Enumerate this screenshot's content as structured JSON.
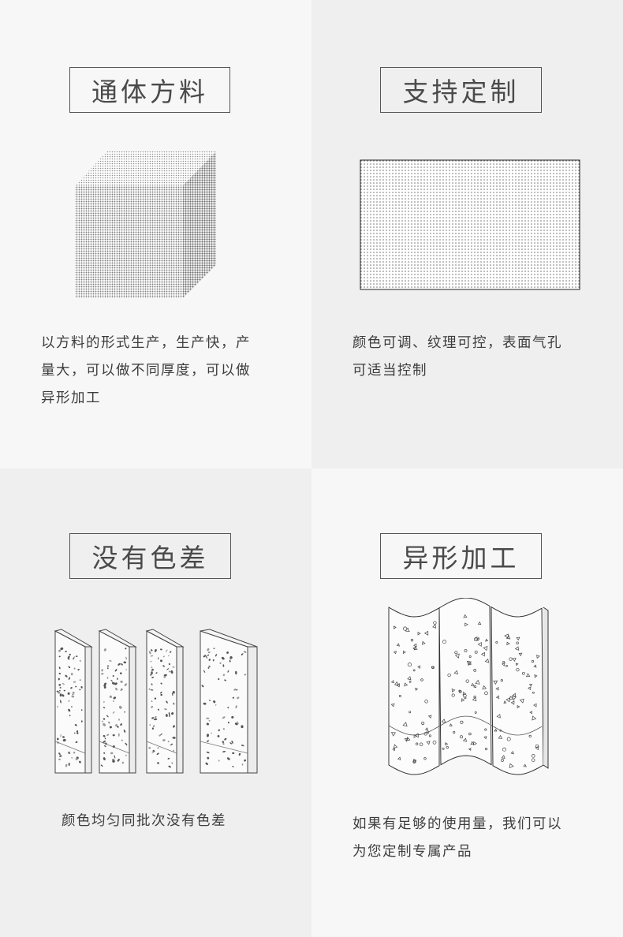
{
  "panels": [
    {
      "title": "通体方料",
      "desc_lines": [
        "以方料的形式生产，生产快，产",
        "量大，可以做不同厚度，可以做",
        "异形加工"
      ],
      "icon": "dotted-cube-icon"
    },
    {
      "title": "支持定制",
      "desc_lines": [
        "颜色可调、纹理可控，表面气孔",
        "可适当控制"
      ],
      "icon": "dotted-panel-icon"
    },
    {
      "title": "没有色差",
      "desc_lines": [
        "颜色均匀同批次没有色差"
      ],
      "icon": "speckled-slabs-icon"
    },
    {
      "title": "异形加工",
      "desc_lines": [
        "如果有足够的使用量，我们可以",
        "为您定制专属产品"
      ],
      "icon": "curved-wall-icon"
    }
  ],
  "colors": {
    "line": "#555555",
    "text": "#3d3d3d",
    "bg_light": "#f7f7f7",
    "bg_dark": "#efefef"
  }
}
